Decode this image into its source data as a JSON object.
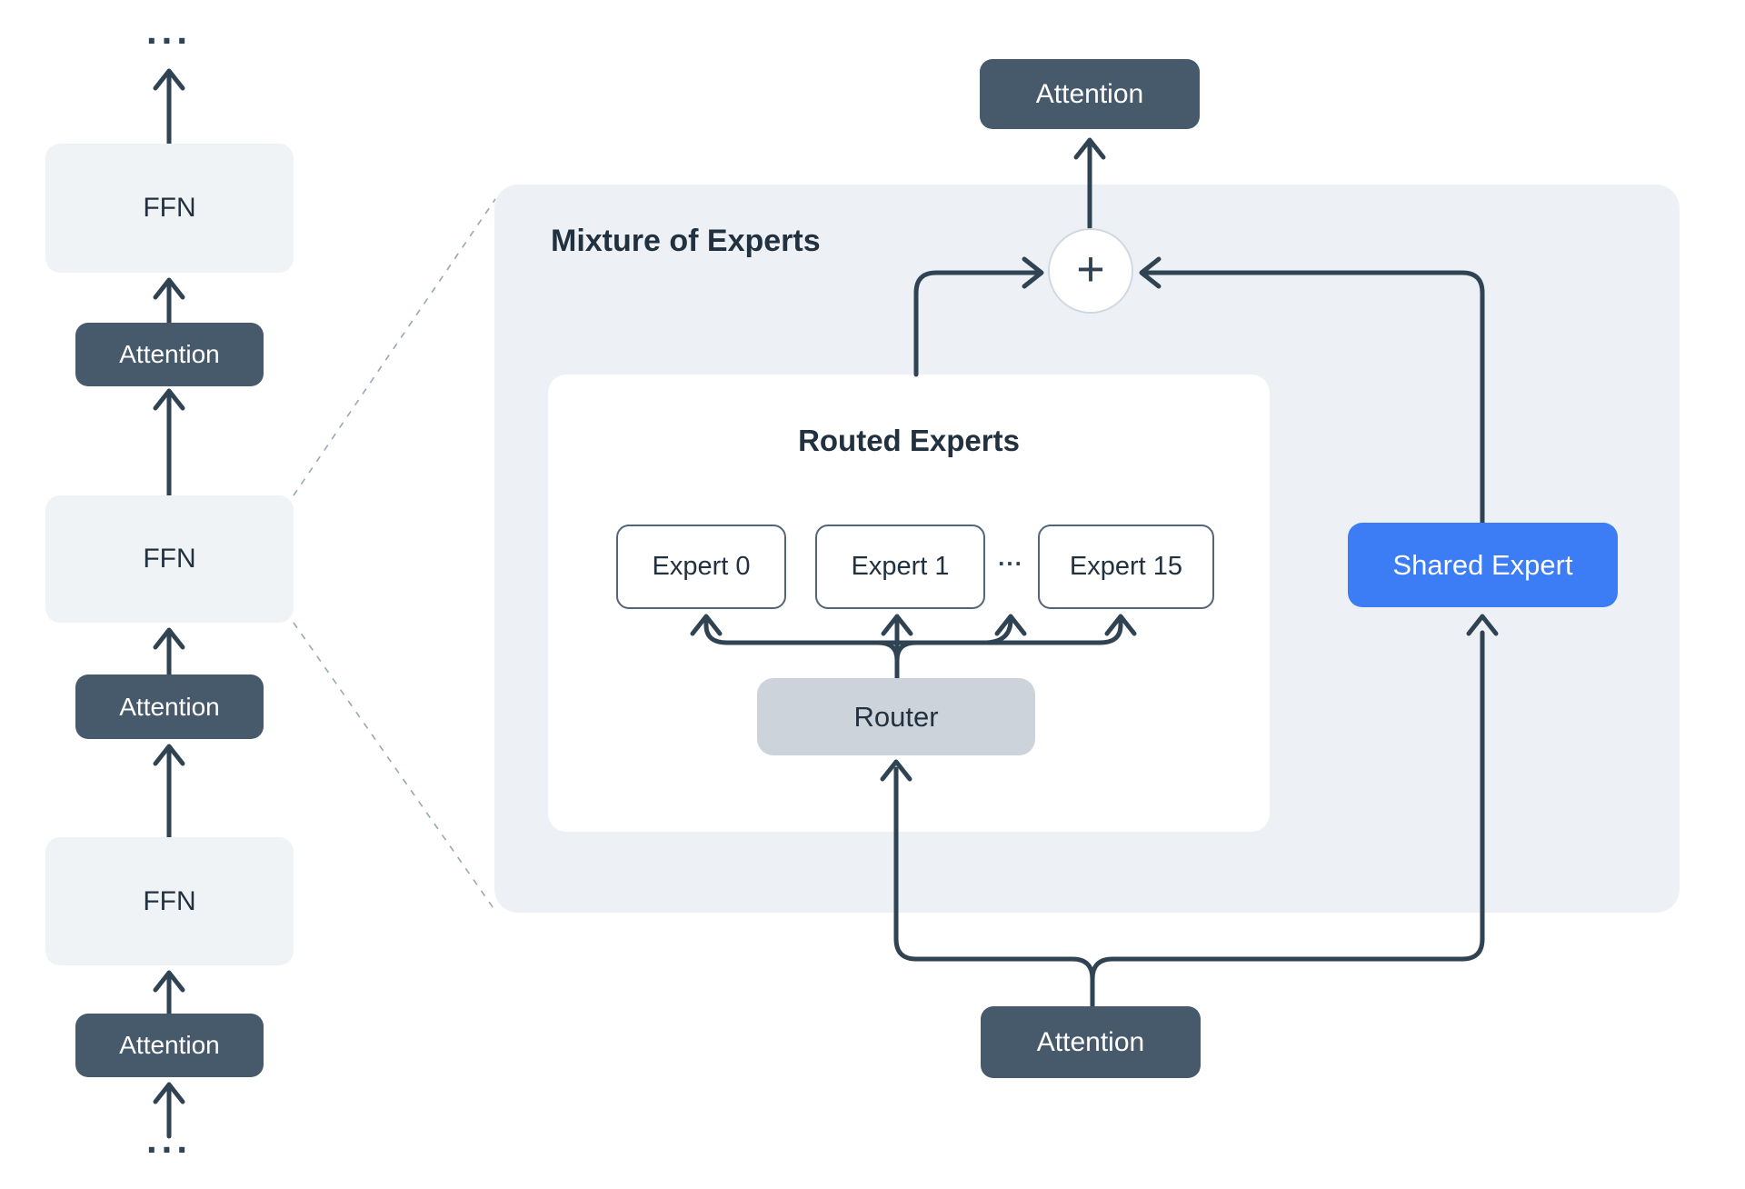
{
  "stack": {
    "ellipsis_top": "...",
    "ellipsis_bottom": "...",
    "ffn_label": "FFN",
    "attention_label": "Attention"
  },
  "moe": {
    "title": "Mixture of Experts",
    "plus_symbol": "+",
    "attention_top_label": "Attention",
    "attention_bottom_label": "Attention",
    "shared_expert_label": "Shared Expert",
    "routed": {
      "title": "Routed Experts",
      "experts": [
        "Expert 0",
        "Expert 1",
        "Expert 15"
      ],
      "ellipsis": "...",
      "router_label": "Router"
    }
  },
  "colors": {
    "canvas": "#ffffff",
    "panel": "#edf1f5",
    "card": "#ffffff",
    "block-dark": "#475a6b",
    "block-light": "#f0f3f6",
    "router-fill": "#ccd3da",
    "accent-blue": "#3c7cf4",
    "line": "#2f4353",
    "text-dark": "#22313f",
    "text-light": "#ffffff",
    "expert-border": "#536578",
    "circle-border": "#cfd9df",
    "dashed-line": "#97a7b6"
  }
}
